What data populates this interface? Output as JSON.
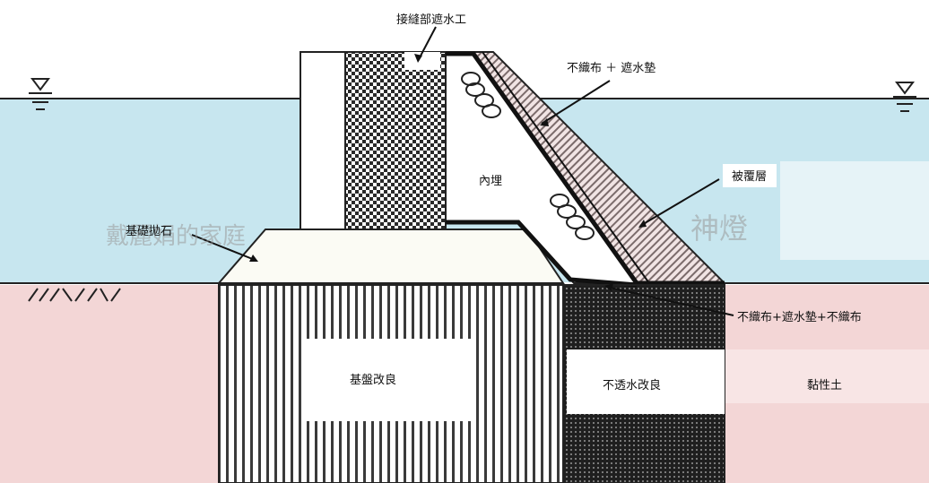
{
  "labels": {
    "joint_waterstop": "接縫部遮水工",
    "geotextile_mat": "不織布 ＋ 遮水墊",
    "backfill": "內埋",
    "cover_layer": "被覆層",
    "foundation_rubble": "基礎拋石",
    "ground_improvement": "基盤改良",
    "impermeable_improvement": "不透水改良",
    "geotextile_mat_geotextile": "不織布+遮水墊+不織布",
    "clay": "黏性土"
  },
  "watermark": {
    "left_text": "戴麗娟的家庭",
    "right_text": "神燈"
  },
  "colors": {
    "water": "#c7e6ef",
    "clay": "#f3d6d6",
    "structure_outline": "#1a1a1a"
  }
}
